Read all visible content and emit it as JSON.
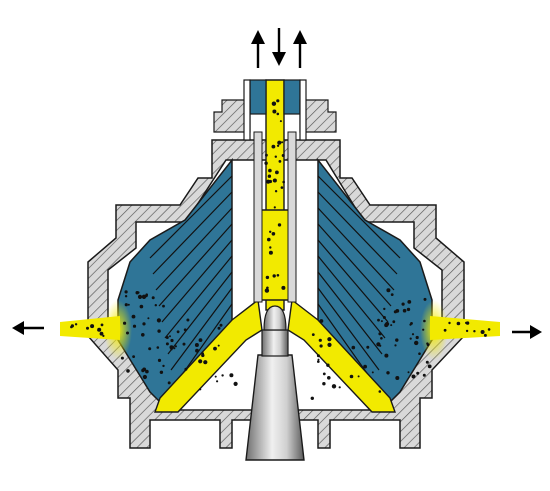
{
  "colors": {
    "background": "#ffffff",
    "housing_fill": "#d9d9d9",
    "outline": "#1a1a1a",
    "separated_liquid": "#2f7597",
    "feed_liquid": "#f2ea00",
    "particles": "#111111",
    "spindle_light": "#e6e6e6",
    "spindle_dark": "#6f6f6f",
    "arrow": "#000000"
  },
  "icons": {
    "top_flow": "three-flow-arrows-icon",
    "left_discharge": "arrow-left-icon",
    "right_discharge": "arrow-right-icon"
  },
  "diagram": {
    "subject": "disc-stack-centrifuge-cross-section",
    "disc_count_per_side": 9,
    "flow_arrows_top": [
      "up",
      "down",
      "up"
    ],
    "flow_arrows_sides": [
      "left",
      "right"
    ]
  }
}
